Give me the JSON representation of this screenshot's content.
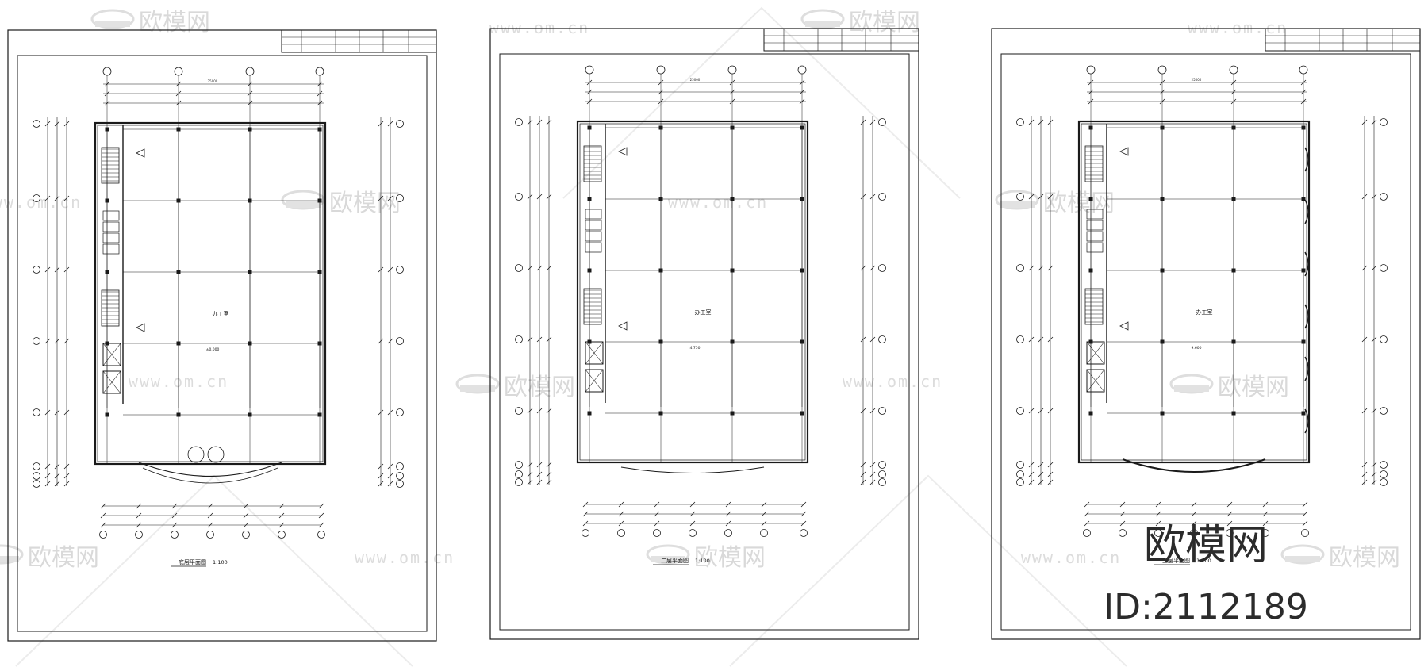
{
  "watermark": {
    "site_name": "欧模网",
    "site_url": "www.om.cn"
  },
  "brand": {
    "name": "欧模网",
    "id_text": "ID:2112189"
  },
  "sheets": [
    {
      "room_label": "办工室",
      "level": "±0.000",
      "title": "底层平面图",
      "scale": "1:100",
      "total_dim": "25000"
    },
    {
      "room_label": "办工室",
      "level": "4.750",
      "title": "二层平面图",
      "scale": "1:100",
      "total_dim": "25000"
    },
    {
      "room_label": "办工室",
      "level": "9.600",
      "title": "三层平面图",
      "scale": "1:100",
      "total_dim": "25000"
    }
  ],
  "colors": {
    "line": "#1a1a1a",
    "watermark": "#d9d9d9",
    "brand": "#2b2b2b"
  }
}
